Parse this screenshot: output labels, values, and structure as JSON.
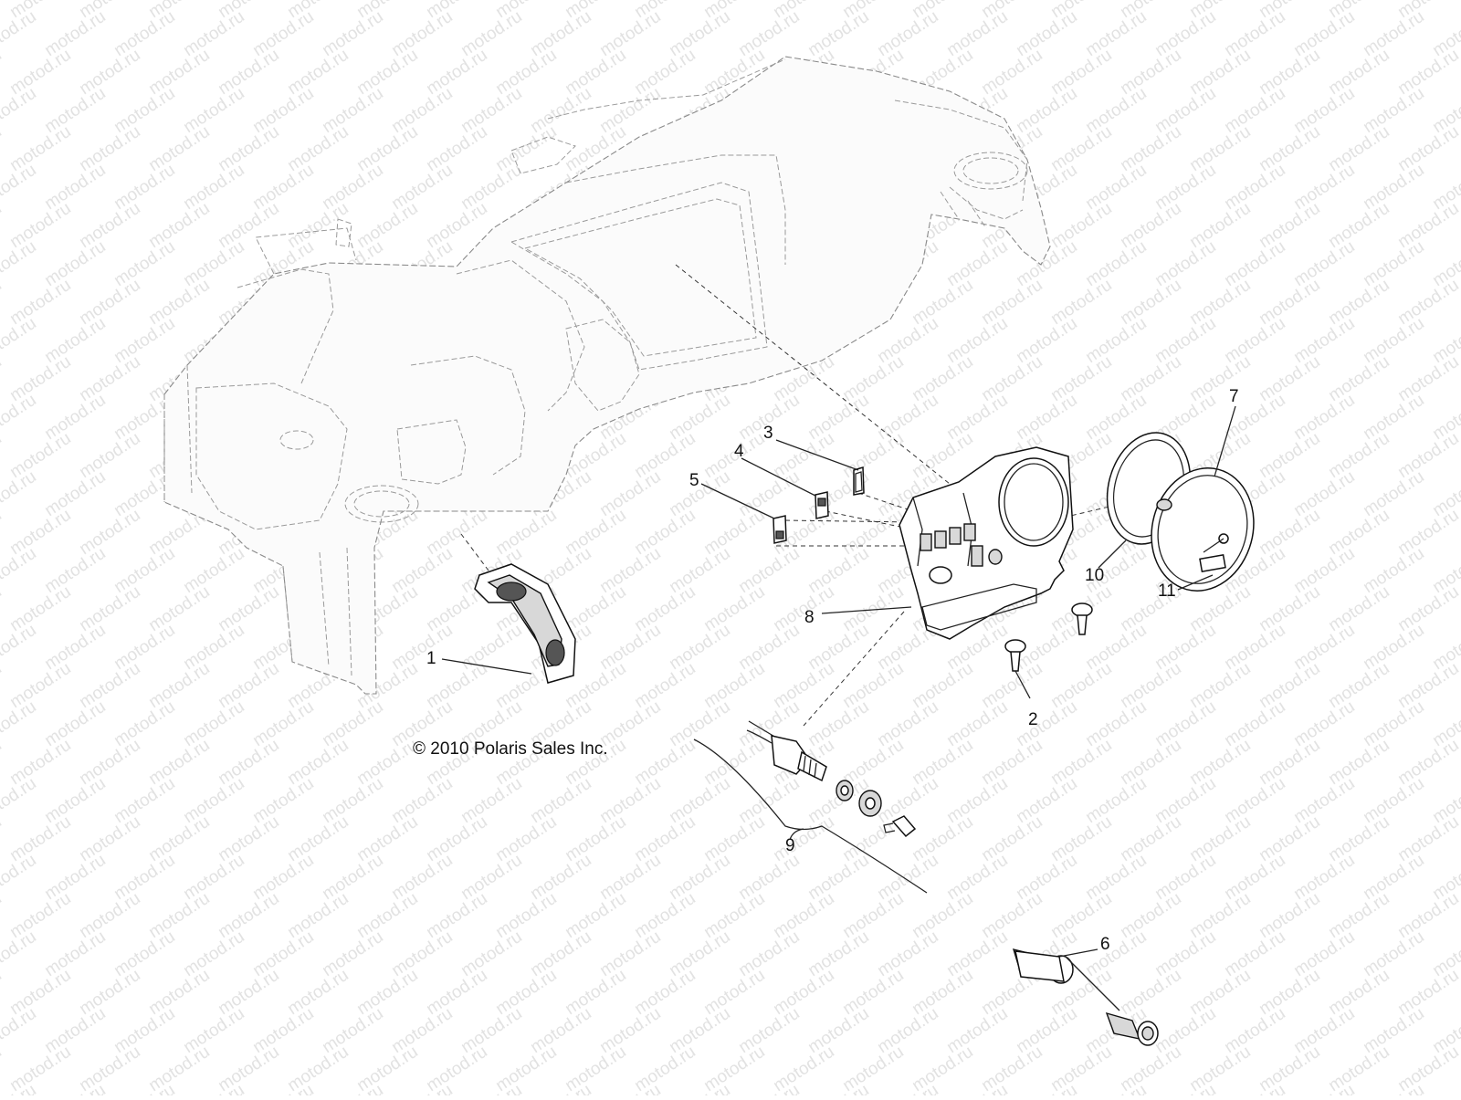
{
  "watermark": {
    "text": "motod.ru"
  },
  "copyright": "© 2010 Polaris Sales Inc.",
  "callouts": [
    "1",
    "2",
    "3",
    "4",
    "5",
    "6",
    "7",
    "8",
    "9",
    "10",
    "11"
  ]
}
